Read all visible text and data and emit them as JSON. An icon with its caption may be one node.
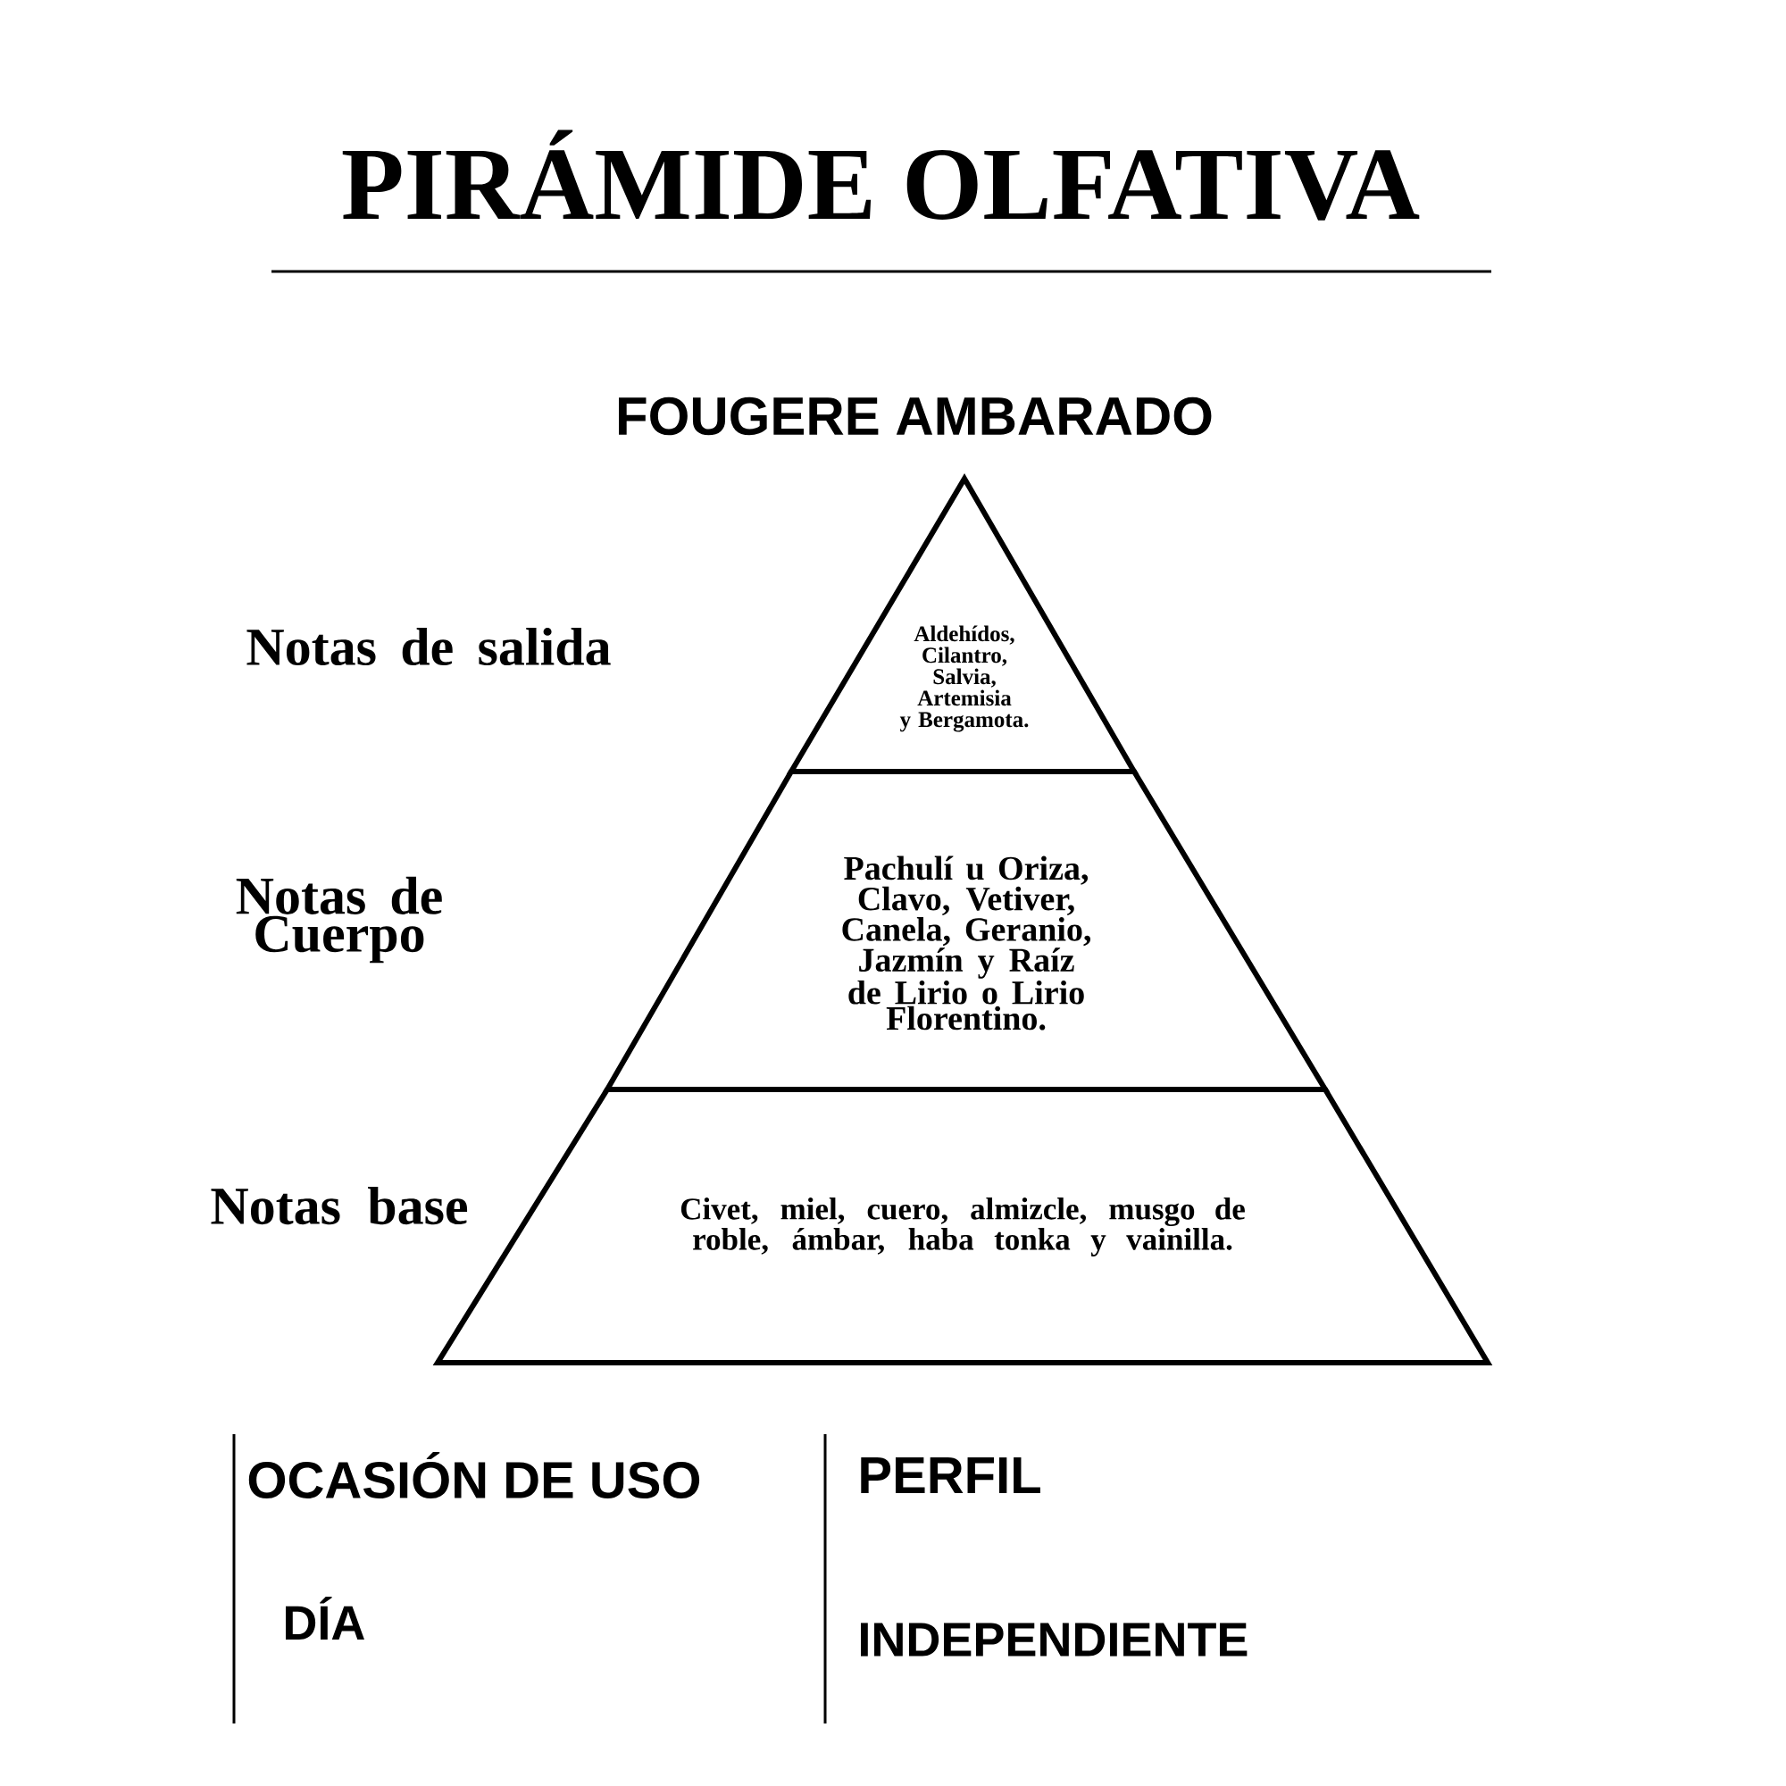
{
  "diagram": {
    "title": "PIRÁMIDE OLFATIVA",
    "nodes": [
      {
        "text": [
          "Aldehídos, Cilantro, Salvia, Artemisia y Bergamota."
        ]
      },
      {
        "text": [
          "Pachulí u Oriza, Clavo, Vetiver, Canela, Geranio, Jazmín y Raíz de Lirio o Lirio Florentino."
        ]
      },
      {
        "text": [
          "Civet, miel, cuero, almizcle, musgo de roble, ámbar, haba tonka y vainilla."
        ]
      }
    ],
    "labels": [
      "FOUGERE AMBARADO",
      "Notas de salida",
      "Notas de Cuerpo",
      "Notas base",
      "OCASIÓN DE USO",
      "PERFIL",
      "DÍA",
      "INDEPENDIENTE"
    ]
  }
}
